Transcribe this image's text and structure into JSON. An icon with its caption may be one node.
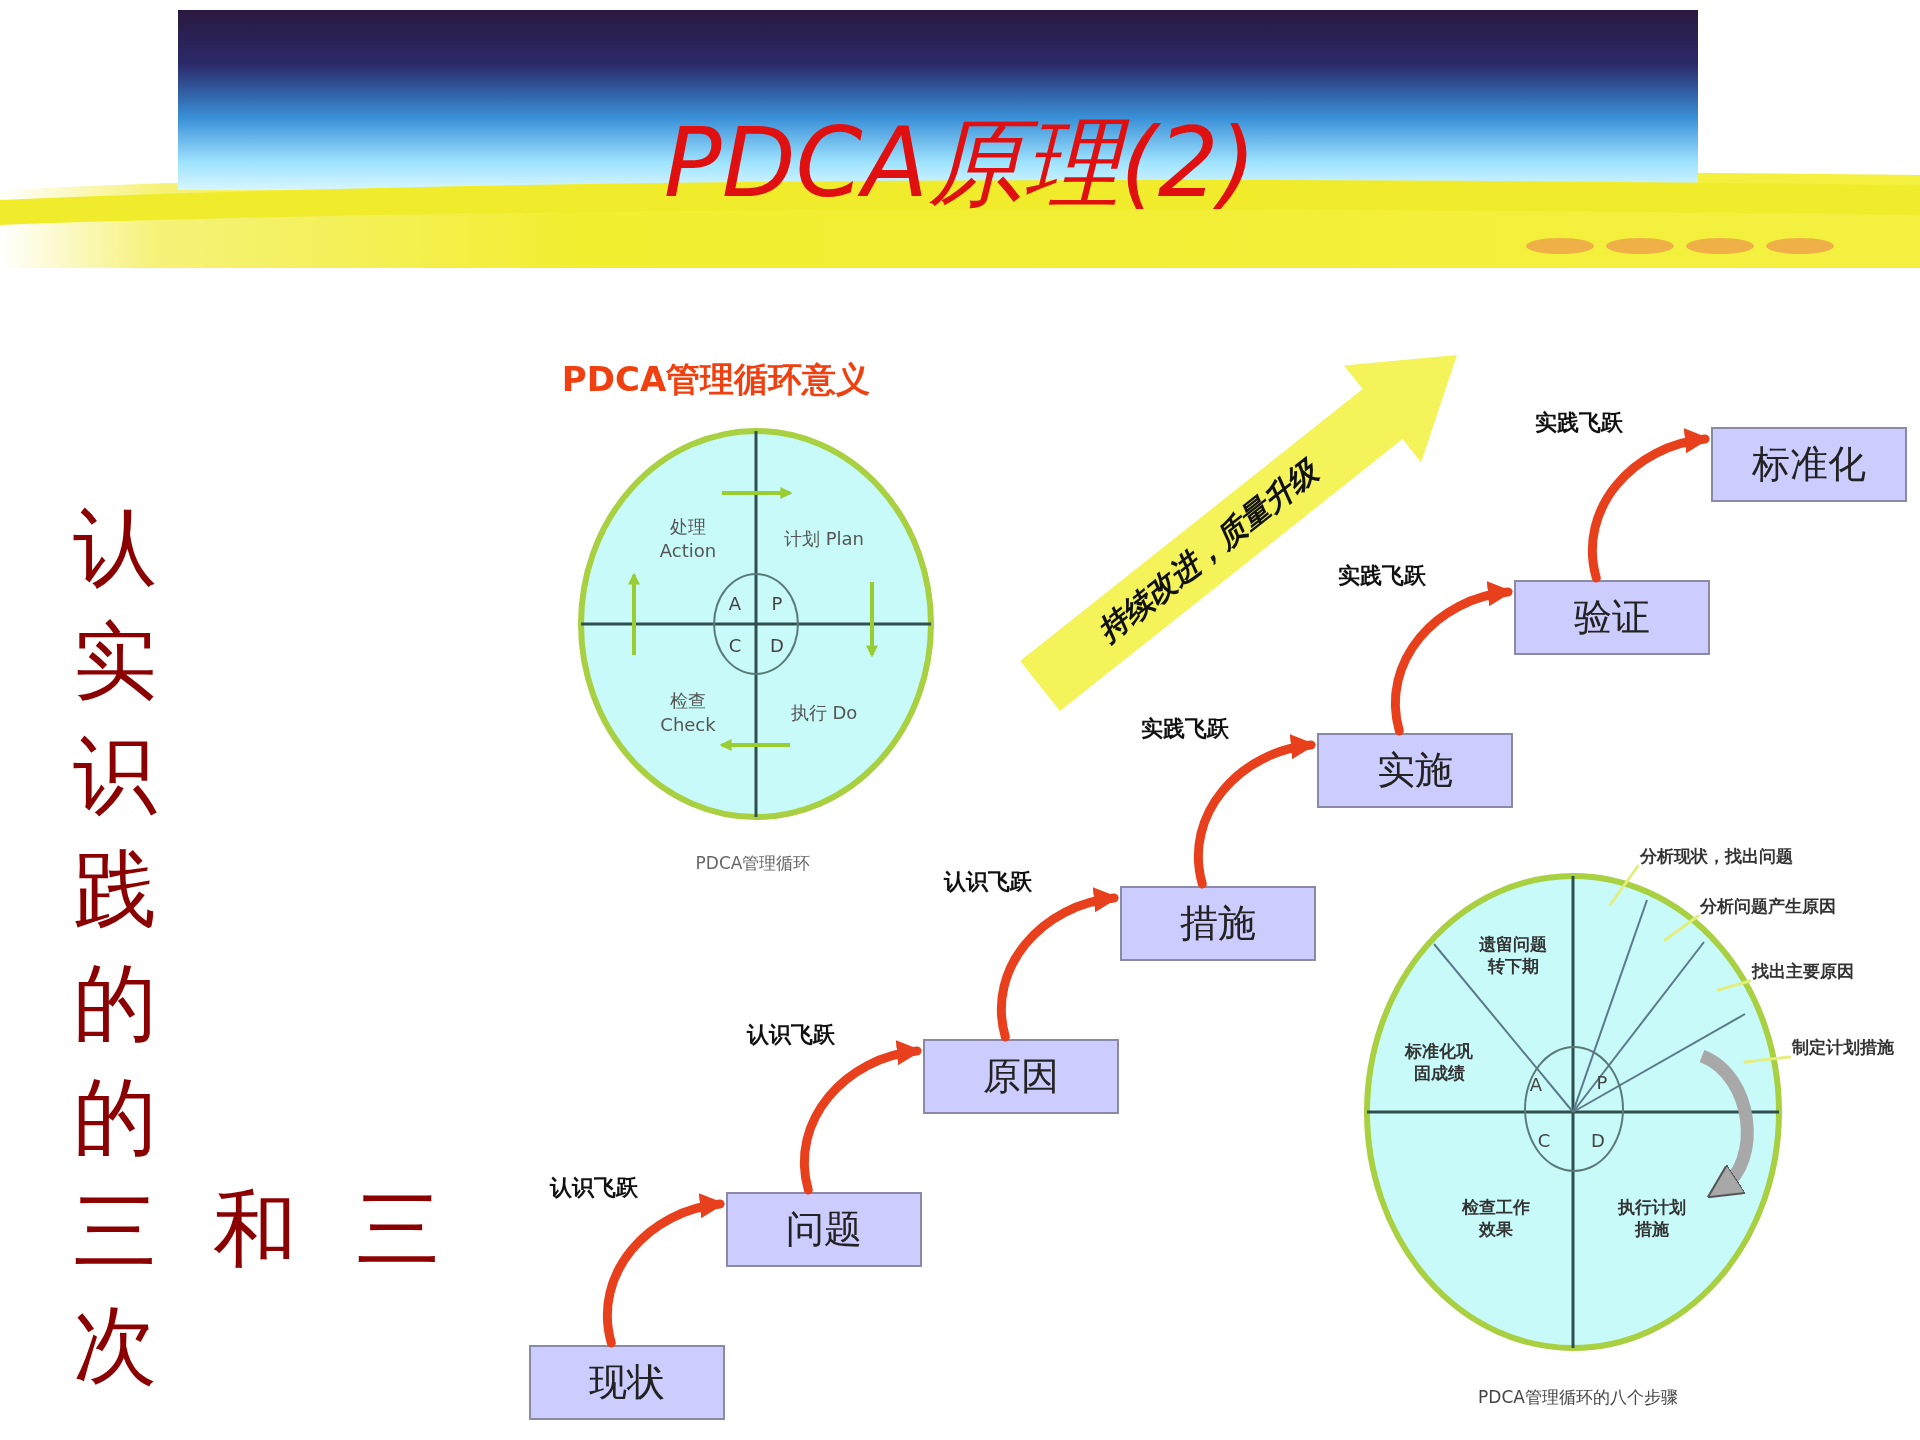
{
  "diagram": {
    "title": "PDCA原理(2)",
    "nodes": [
      {
        "text": [
          "PDCA管理循环意义",
          "处理 Action",
          "计划 Plan",
          "检查 Check",
          "执行 Do"
        ],
        "beside": [
          "PDCA管理循环"
        ]
      },
      {
        "text": [
          "A",
          "P",
          "C",
          "D"
        ],
        "in": 0
      },
      {
        "text": [
          "现状"
        ]
      },
      {
        "text": [
          "问题"
        ]
      },
      {
        "text": [
          "原因"
        ]
      },
      {
        "text": [
          "措施"
        ]
      },
      {
        "text": [
          "实施"
        ]
      },
      {
        "text": [
          "验证"
        ]
      },
      {
        "text": [
          "标准化"
        ]
      },
      {
        "text": [
          "遗留问题转下期",
          "标准化巩固成绩",
          "检查工作效果",
          "执行计划措施"
        ],
        "beside": [
          "PDCA管理循环的八个步骤"
        ]
      },
      {
        "text": [
          "A",
          "P",
          "C",
          "D"
        ],
        "in": 9
      },
      {
        "text": [
          "分析现状，找出问题"
        ]
      },
      {
        "text": [
          "分析问题产生原因"
        ]
      },
      {
        "text": [
          "找出主要原因"
        ]
      },
      {
        "text": [
          "制定计划措施"
        ]
      }
    ],
    "edges": [
      {
        "from": 2,
        "to": 3,
        "arrow": "to",
        "label": "认识飞跃"
      },
      {
        "from": 3,
        "to": 4,
        "arrow": "to",
        "label": "认识飞跃"
      },
      {
        "from": 4,
        "to": 5,
        "arrow": "to",
        "label": "认识飞跃"
      },
      {
        "from": 5,
        "to": 6,
        "arrow": "to",
        "label": "实践飞跃"
      },
      {
        "from": 6,
        "to": 7,
        "arrow": "to",
        "label": "实践飞跃"
      },
      {
        "from": 7,
        "to": 8,
        "arrow": "to",
        "label": "实践飞跃"
      },
      {
        "from": 11,
        "to": null,
        "arrow": "none",
        "color": "#e4ee80"
      },
      {
        "from": 12,
        "to": null,
        "arrow": "none",
        "color": "#e4ee80"
      },
      {
        "from": 13,
        "to": null,
        "arrow": "none",
        "color": "#e4ee80"
      },
      {
        "from": 14,
        "to": null,
        "arrow": "none",
        "color": "#e4ee80"
      }
    ],
    "labels": [
      "认实识践的的三次",
      "和",
      "三",
      "持续改进，质量升级"
    ]
  }
}
